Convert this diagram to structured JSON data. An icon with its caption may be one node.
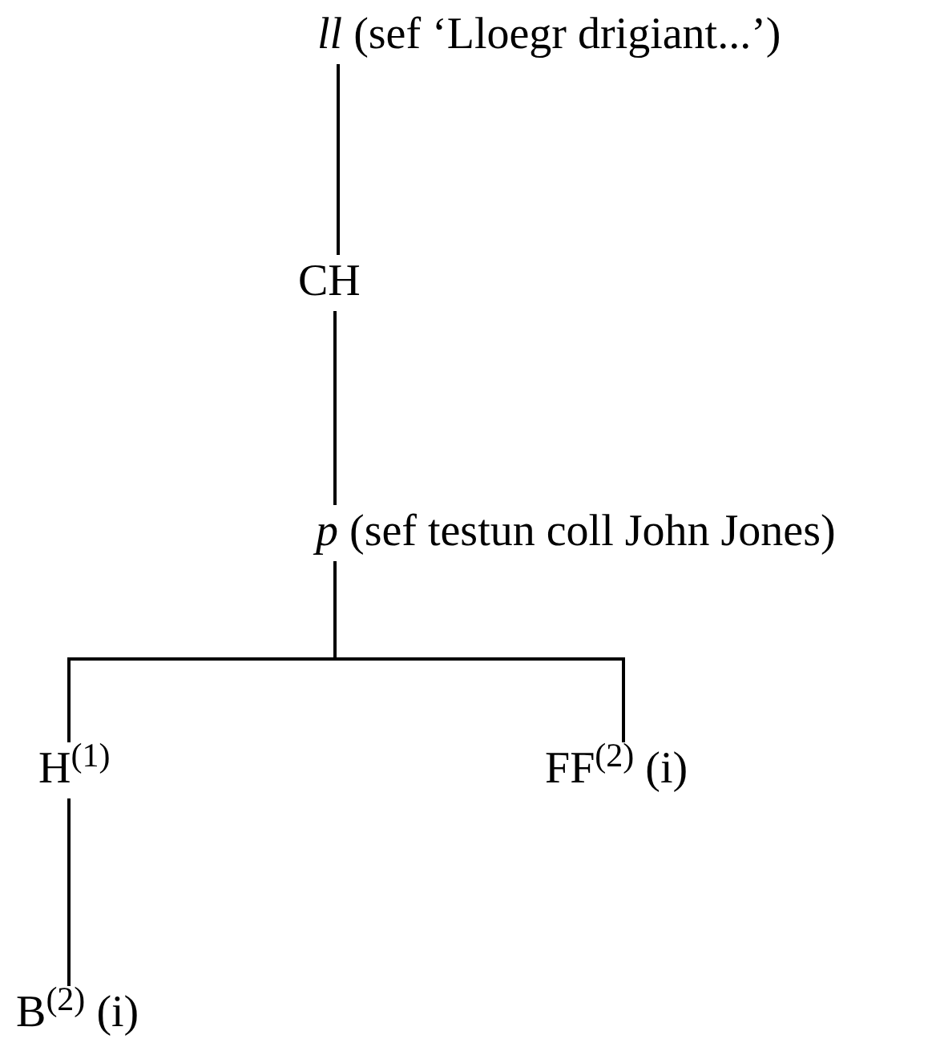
{
  "diagram": {
    "nodes": [
      {
        "text": [
          "*ll* (sef ‘Lloegr drigiant...’)"
        ]
      },
      {
        "text": [
          "CH"
        ]
      },
      {
        "text": [
          "*p* (sef testun coll John Jones)"
        ]
      },
      {
        "text": [
          "H$^{(1)}$"
        ]
      },
      {
        "text": [
          "FF$^{(2)}$ (i)"
        ]
      },
      {
        "text": [
          "B$^{(2)}$ (i)"
        ]
      }
    ],
    "edges": [
      {
        "from": 0,
        "to": 1,
        "arrow": "none"
      },
      {
        "from": 1,
        "to": 2,
        "arrow": "none"
      },
      {
        "from": 2,
        "to": 3,
        "arrow": "none"
      },
      {
        "from": 2,
        "to": 4,
        "arrow": "none"
      },
      {
        "from": 3,
        "to": 5,
        "arrow": "none"
      }
    ]
  }
}
